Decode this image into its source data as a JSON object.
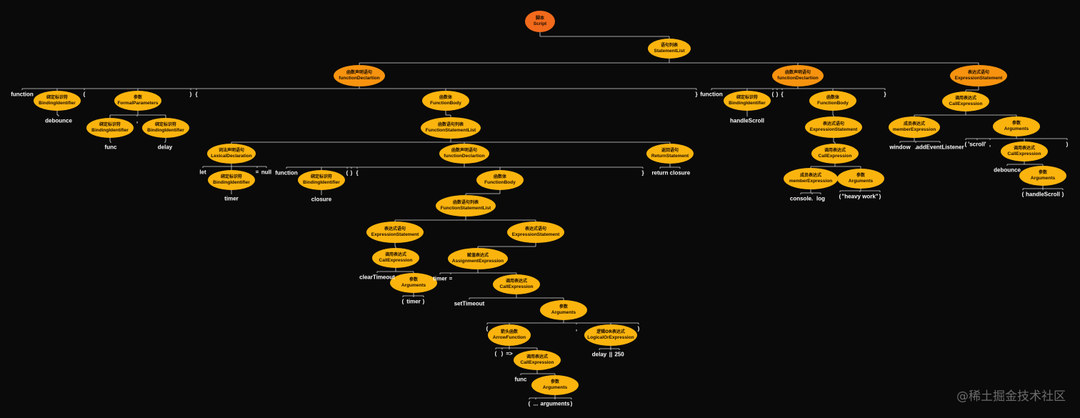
{
  "colors": {
    "background": "#0a0a0a",
    "root_fill": "#f26a1c",
    "l1_fill": "#f7930f",
    "node_fill": "#fbb40e",
    "edge": "#d9d9d9",
    "token_text": "#ffffff",
    "watermark": "#6b6b6b"
  },
  "watermark": "@稀土掘金技术社区",
  "nodes": [
    {
      "id": "root",
      "cn": "脚本",
      "en": "Script",
      "parent": null
    },
    {
      "id": "stl",
      "cn": "语句列表",
      "en": "StatementList",
      "parent": "root"
    },
    {
      "id": "fd1",
      "cn": "函数声明语句",
      "en": "functionDeclartion",
      "parent": "stl"
    },
    {
      "id": "fd2",
      "cn": "函数声明语句",
      "en": "functionDeclartion",
      "parent": "stl"
    },
    {
      "id": "es1",
      "cn": "表达式语句",
      "en": "ExpressionStatement",
      "parent": "stl"
    },
    {
      "id": "bi1",
      "cn": "绑定标识符",
      "en": "BindingIdentifier",
      "parent": "fd1"
    },
    {
      "id": "fp",
      "cn": "参数",
      "en": "FormalParameters",
      "parent": "fd1"
    },
    {
      "id": "fb1",
      "cn": "函数体",
      "en": "FunctionBody",
      "parent": "fd1"
    },
    {
      "id": "bi2",
      "cn": "绑定标识符",
      "en": "BindingIdentifier",
      "parent": "fp"
    },
    {
      "id": "bi3",
      "cn": "绑定标识符",
      "en": "BindingIdentifier",
      "parent": "fp"
    },
    {
      "id": "fsl1",
      "cn": "函数语句列表",
      "en": "FunctionStatementList",
      "parent": "fb1"
    },
    {
      "id": "ld",
      "cn": "词法声明语句",
      "en": "LexicalDeclaration",
      "parent": "fsl1"
    },
    {
      "id": "fd3",
      "cn": "函数声明语句",
      "en": "functionDeclartion",
      "parent": "fsl1"
    },
    {
      "id": "rs",
      "cn": "返回语句",
      "en": "ReturnStatement",
      "parent": "fsl1"
    },
    {
      "id": "bi4",
      "cn": "绑定标识符",
      "en": "BindingIdentifier",
      "parent": "ld"
    },
    {
      "id": "bi5",
      "cn": "绑定标识符",
      "en": "BindingIdentifier",
      "parent": "fd3"
    },
    {
      "id": "fb3",
      "cn": "函数体",
      "en": "FunctionBody",
      "parent": "fd3"
    },
    {
      "id": "fsl3",
      "cn": "函数语句列表",
      "en": "FunctionStatementList",
      "parent": "fb3"
    },
    {
      "id": "es3",
      "cn": "表达式语句",
      "en": "ExpressionStatement",
      "parent": "fsl3"
    },
    {
      "id": "es4",
      "cn": "表达式语句",
      "en": "ExpressionStatement",
      "parent": "fsl3"
    },
    {
      "id": "ce3",
      "cn": "调用表达式",
      "en": "CallExpression",
      "parent": "es3"
    },
    {
      "id": "arg3",
      "cn": "参数",
      "en": "Arguments",
      "parent": "ce3"
    },
    {
      "id": "ae",
      "cn": "赋值表达式",
      "en": "AssignmentExpression",
      "parent": "es4"
    },
    {
      "id": "ce4",
      "cn": "调用表达式",
      "en": "CallExpression",
      "parent": "ae"
    },
    {
      "id": "arg4",
      "cn": "参数",
      "en": "Arguments",
      "parent": "ce4"
    },
    {
      "id": "af",
      "cn": "箭头函数",
      "en": "ArrowFunction",
      "parent": "arg4"
    },
    {
      "id": "loe",
      "cn": "逻辑OR表达式",
      "en": "LogicalOrExpression",
      "parent": "arg4"
    },
    {
      "id": "ce5",
      "cn": "调用表达式",
      "en": "CallExpression",
      "parent": "af"
    },
    {
      "id": "arg5",
      "cn": "参数",
      "en": "Arguments",
      "parent": "ce5"
    },
    {
      "id": "bi6",
      "cn": "绑定标识符",
      "en": "BindingIdentifier",
      "parent": "fd2"
    },
    {
      "id": "fb2",
      "cn": "函数体",
      "en": "FunctionBody",
      "parent": "fd2"
    },
    {
      "id": "es2",
      "cn": "表达式语句",
      "en": "ExpressionStatement",
      "parent": "fb2"
    },
    {
      "id": "ce2",
      "cn": "调用表达式",
      "en": "CallExpression",
      "parent": "es2"
    },
    {
      "id": "me2",
      "cn": "成员表达式",
      "en": "memberExpression",
      "parent": "ce2"
    },
    {
      "id": "arg2",
      "cn": "参数",
      "en": "Arguments",
      "parent": "ce2"
    },
    {
      "id": "ce1",
      "cn": "调用表达式",
      "en": "CallExpression",
      "parent": "es1"
    },
    {
      "id": "me1",
      "cn": "成员表达式",
      "en": "memberExpression",
      "parent": "ce1"
    },
    {
      "id": "arg1",
      "cn": "参数",
      "en": "Arguments",
      "parent": "ce1"
    },
    {
      "id": "ce6",
      "cn": "调用表达式",
      "en": "CallExpression",
      "parent": "arg1"
    },
    {
      "id": "arg6",
      "cn": "参数",
      "en": "Arguments",
      "parent": "ce6"
    }
  ],
  "tokens": [
    {
      "id": "t1",
      "text": "function",
      "parent": "fd1"
    },
    {
      "id": "t2",
      "text": "(",
      "parent": "fd1"
    },
    {
      "id": "t3",
      "text": ")",
      "parent": "fd1"
    },
    {
      "id": "t4",
      "text": "{",
      "parent": "fd1"
    },
    {
      "id": "t5",
      "text": "}",
      "parent": "fd1"
    },
    {
      "id": "t6",
      "text": "debounce",
      "parent": "bi1"
    },
    {
      "id": "t7",
      "text": ",",
      "parent": "fp"
    },
    {
      "id": "t8",
      "text": "func",
      "parent": "bi2"
    },
    {
      "id": "t9",
      "text": "delay",
      "parent": "bi3"
    },
    {
      "id": "t10",
      "text": "let",
      "parent": "ld"
    },
    {
      "id": "t11",
      "text": "=",
      "parent": "ld"
    },
    {
      "id": "t12",
      "text": "null",
      "parent": "ld"
    },
    {
      "id": "t13",
      "text": "timer",
      "parent": "bi4"
    },
    {
      "id": "t14",
      "text": "function",
      "parent": "fd3"
    },
    {
      "id": "t15",
      "text": "(",
      "parent": "fd3"
    },
    {
      "id": "t16",
      "text": ")",
      "parent": "fd3"
    },
    {
      "id": "t17",
      "text": "{",
      "parent": "fd3"
    },
    {
      "id": "t18",
      "text": "}",
      "parent": "fd3"
    },
    {
      "id": "t19",
      "text": "closure",
      "parent": "bi5"
    },
    {
      "id": "t20",
      "text": "return",
      "parent": "rs"
    },
    {
      "id": "t21",
      "text": "closure",
      "parent": "rs"
    },
    {
      "id": "t22",
      "text": "clearTimeout",
      "parent": "ce3"
    },
    {
      "id": "t23",
      "text": "(",
      "parent": "arg3"
    },
    {
      "id": "t24",
      "text": "timer",
      "parent": "arg3"
    },
    {
      "id": "t25",
      "text": ")",
      "parent": "arg3"
    },
    {
      "id": "t26",
      "text": "timer",
      "parent": "ae"
    },
    {
      "id": "t27",
      "text": "=",
      "parent": "ae"
    },
    {
      "id": "t28",
      "text": "setTimeout",
      "parent": "ce4"
    },
    {
      "id": "t29",
      "text": "(",
      "parent": "arg4"
    },
    {
      "id": "t30",
      "text": ",",
      "parent": "arg4"
    },
    {
      "id": "t31",
      "text": ")",
      "parent": "arg4"
    },
    {
      "id": "t32",
      "text": "(",
      "parent": "af"
    },
    {
      "id": "t33",
      "text": ")",
      "parent": "af"
    },
    {
      "id": "t34",
      "text": "=>",
      "parent": "af"
    },
    {
      "id": "t35",
      "text": "delay",
      "parent": "loe"
    },
    {
      "id": "t36",
      "text": "||",
      "parent": "loe"
    },
    {
      "id": "t37",
      "text": "250",
      "parent": "loe"
    },
    {
      "id": "t38",
      "text": "func",
      "parent": "ce5"
    },
    {
      "id": "t39",
      "text": "(",
      "parent": "arg5"
    },
    {
      "id": "t40",
      "text": "...",
      "parent": "arg5"
    },
    {
      "id": "t41",
      "text": "arguments",
      "parent": "arg5"
    },
    {
      "id": "t42",
      "text": ")",
      "parent": "arg5"
    },
    {
      "id": "t43",
      "text": "function",
      "parent": "fd2"
    },
    {
      "id": "t44",
      "text": "(",
      "parent": "fd2"
    },
    {
      "id": "t45",
      "text": ")",
      "parent": "fd2"
    },
    {
      "id": "t46",
      "text": "{",
      "parent": "fd2"
    },
    {
      "id": "t47",
      "text": "}",
      "parent": "fd2"
    },
    {
      "id": "t48",
      "text": "handleScroll",
      "parent": "bi6"
    },
    {
      "id": "t49",
      "text": "console",
      "parent": "me2"
    },
    {
      "id": "t50",
      "text": ".",
      "parent": "me2"
    },
    {
      "id": "t51",
      "text": "log",
      "parent": "me2"
    },
    {
      "id": "t52",
      "text": "(",
      "parent": "arg2"
    },
    {
      "id": "t53",
      "text": "\"heavy work\"",
      "parent": "arg2"
    },
    {
      "id": "t54",
      "text": ")",
      "parent": "arg2"
    },
    {
      "id": "t55",
      "text": "window",
      "parent": "me1"
    },
    {
      "id": "t56",
      "text": ".",
      "parent": "me1"
    },
    {
      "id": "t57",
      "text": "addEventListener",
      "parent": "me1"
    },
    {
      "id": "t58",
      "text": "(",
      "parent": "arg1"
    },
    {
      "id": "t59",
      "text": "'scroll'",
      "parent": "arg1"
    },
    {
      "id": "t60",
      "text": ",",
      "parent": "arg1"
    },
    {
      "id": "t61",
      "text": ")",
      "parent": "arg1"
    },
    {
      "id": "t62",
      "text": "debounce",
      "parent": "ce6"
    },
    {
      "id": "t63",
      "text": "(",
      "parent": "arg6"
    },
    {
      "id": "t64",
      "text": "handleScroll",
      "parent": "arg6"
    },
    {
      "id": "t65",
      "text": ")",
      "parent": "arg6"
    }
  ]
}
